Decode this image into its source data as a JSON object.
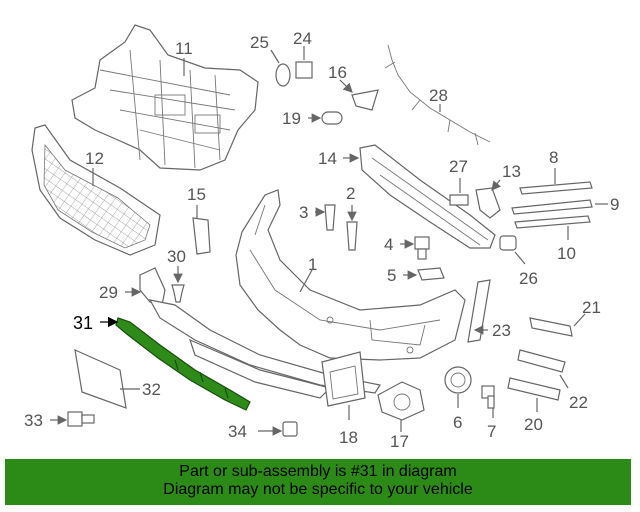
{
  "diagram": {
    "selected_part": "31",
    "highlight_color": "#2e8b1a",
    "callouts": [
      "1",
      "2",
      "3",
      "4",
      "5",
      "6",
      "7",
      "8",
      "9",
      "10",
      "11",
      "12",
      "13",
      "14",
      "15",
      "16",
      "17",
      "18",
      "19",
      "20",
      "21",
      "22",
      "23",
      "24",
      "25",
      "26",
      "27",
      "28",
      "29",
      "30",
      "31",
      "32",
      "33",
      "34"
    ]
  },
  "banner": {
    "line1": "Part or sub-assembly is #31 in diagram",
    "line2": "Diagram may not be specific to your vehicle",
    "background": "#2c8a17"
  }
}
